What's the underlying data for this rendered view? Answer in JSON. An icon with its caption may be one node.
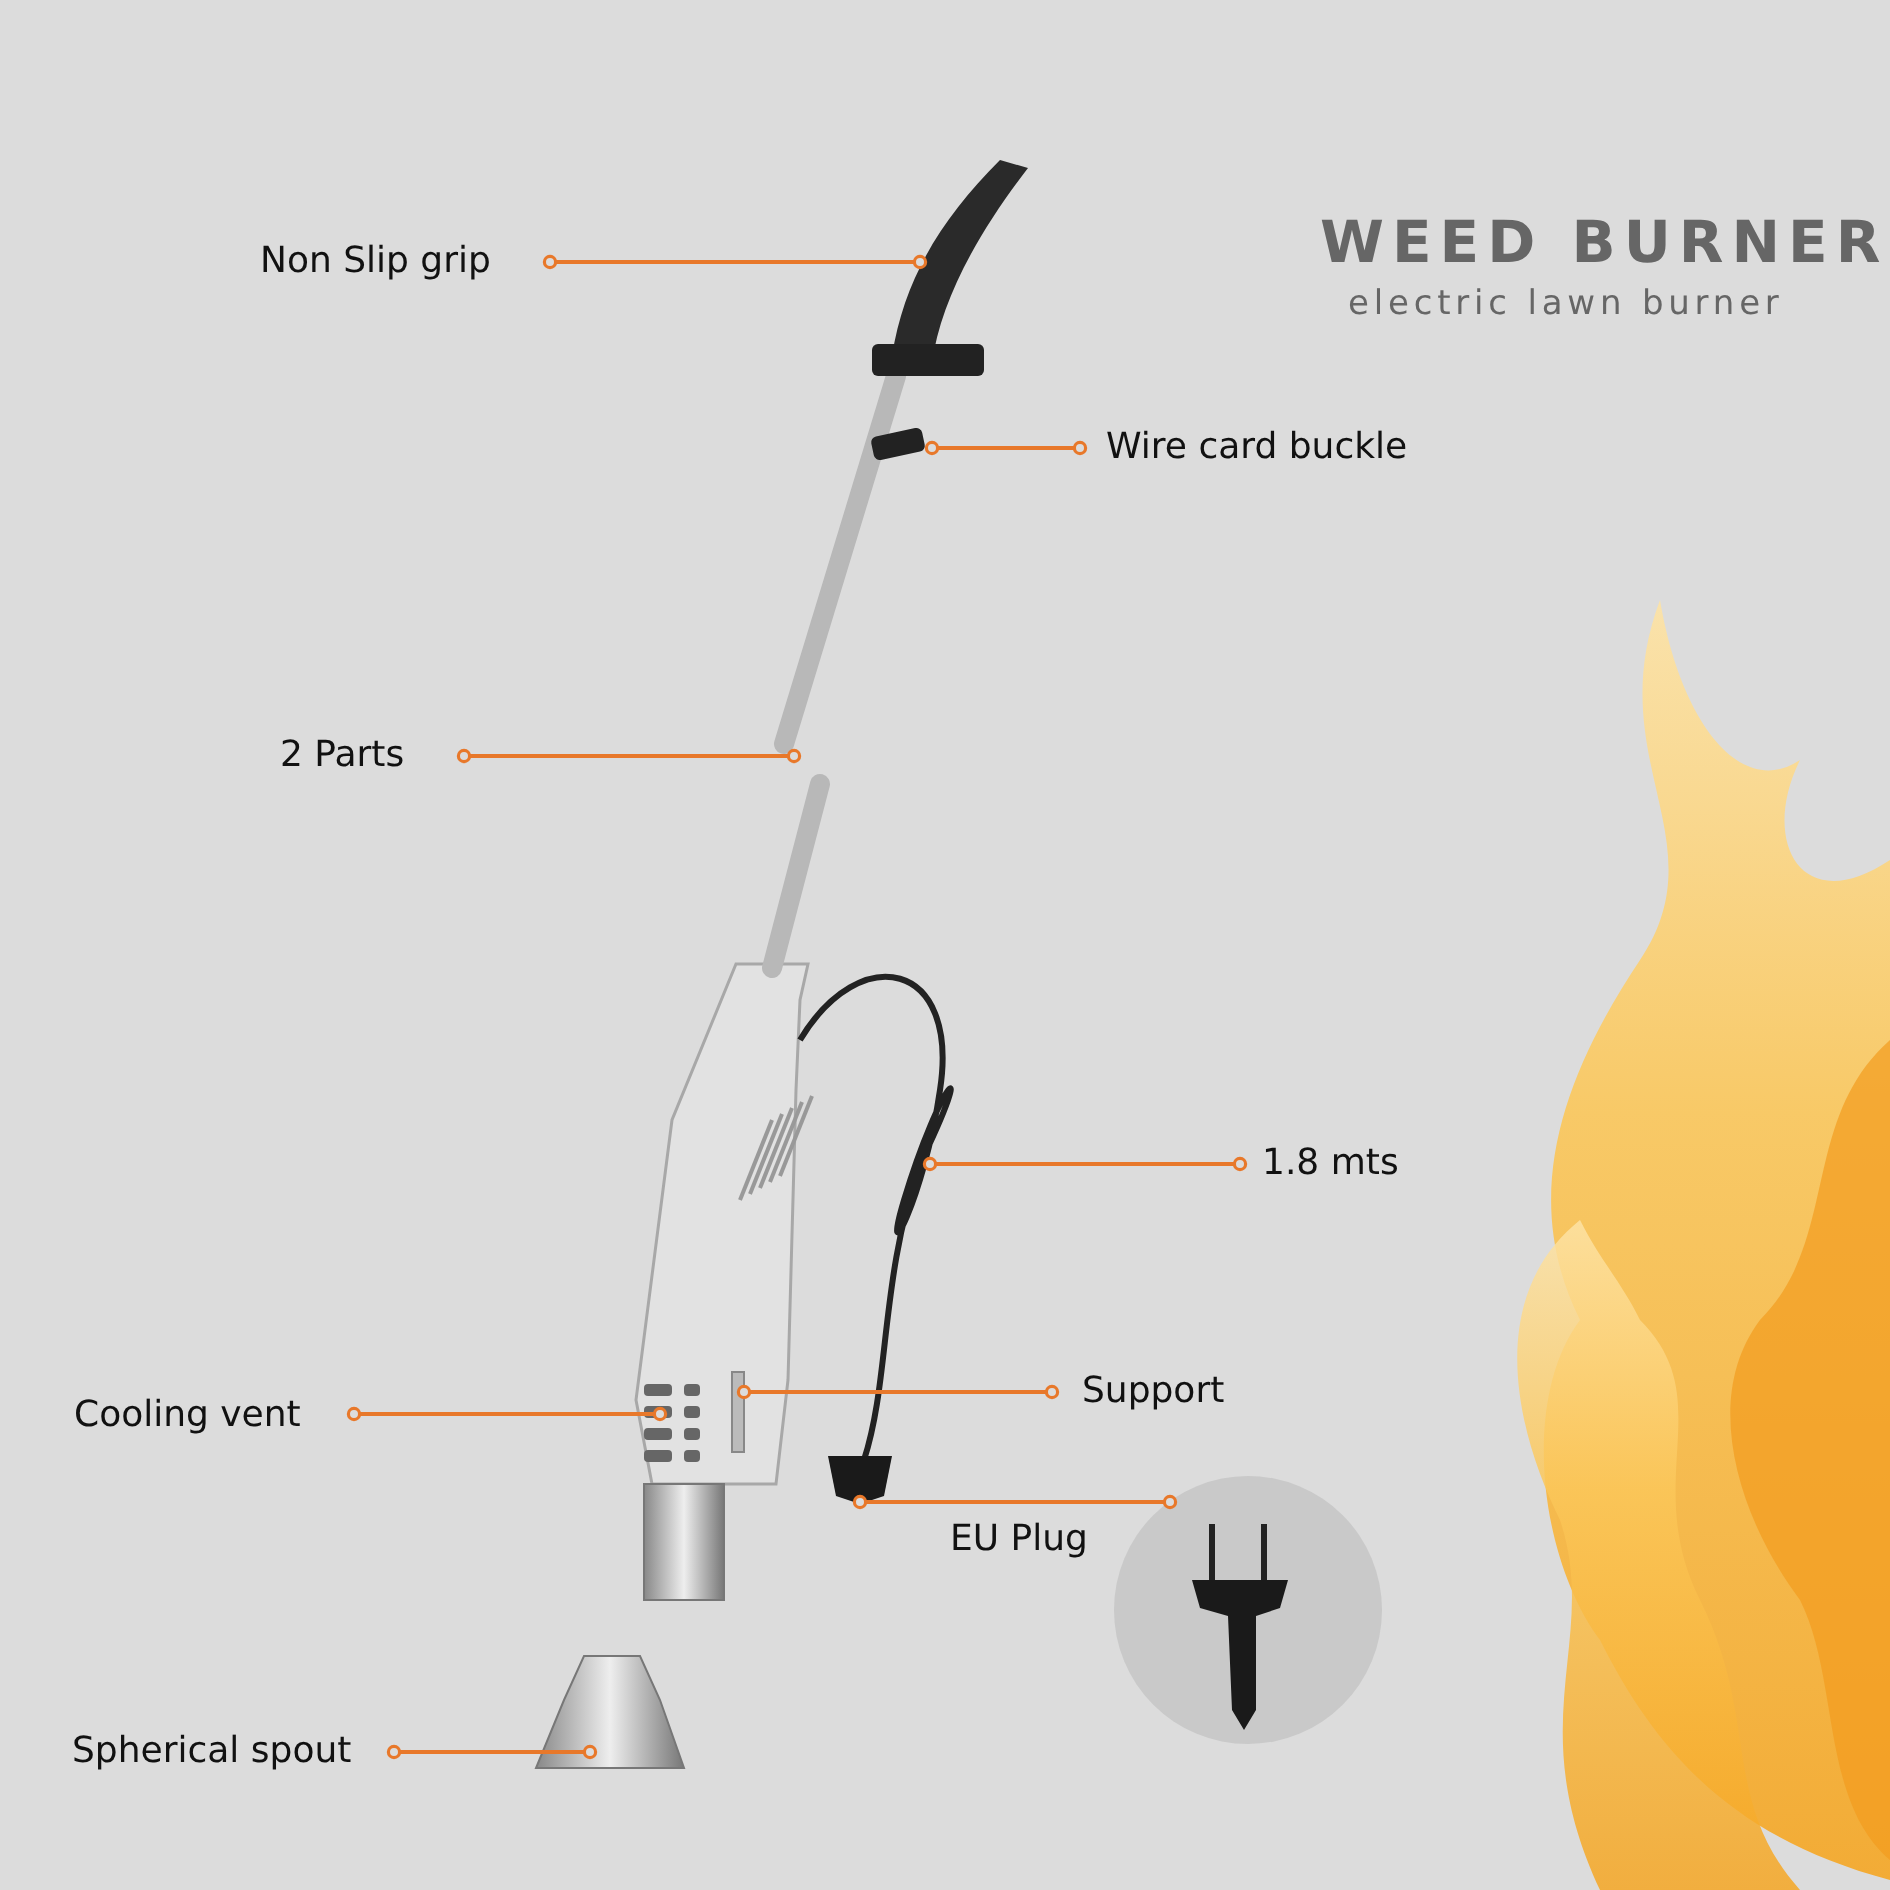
{
  "diagram": {
    "title": "WEED BURNER",
    "nodes": [
      {
        "text": [
          "Non Slip grip"
        ]
      },
      {
        "text": [
          "Wire card buckle"
        ]
      },
      {
        "text": [
          "2 Parts"
        ]
      },
      {
        "text": [
          "1.8 mts"
        ]
      },
      {
        "text": [
          "Cooling vent"
        ]
      },
      {
        "text": [
          "Support"
        ]
      },
      {
        "text": [
          "EU Plug"
        ]
      },
      {
        "text": [
          "Spherical spout"
        ]
      },
      {
        "text": [],
        "shape": "picture"
      },
      {
        "text": [],
        "shape": "box"
      },
      {
        "text": [],
        "shape": "picture"
      },
      {
        "text": [],
        "shape": "picture"
      },
      {
        "text": [],
        "shape": "picture"
      },
      {
        "text": [],
        "shape": "picture"
      },
      {
        "text": [],
        "shape": "picture"
      },
      {
        "text": [],
        "shape": "picture"
      }
    ],
    "edges": [
      {
        "from": 0,
        "to": 8,
        "arrow": "other"
      },
      {
        "from": 1,
        "to": 9,
        "arrow": "other"
      },
      {
        "from": 2,
        "to": 10,
        "arrow": "other"
      },
      {
        "from": 3,
        "to": 11,
        "arrow": "other"
      },
      {
        "from": 4,
        "to": 12,
        "arrow": "other"
      },
      {
        "from": 5,
        "to": 13,
        "arrow": "other"
      },
      {
        "from": 6,
        "to": 14,
        "arrow": "other"
      },
      {
        "from": 7,
        "to": 15,
        "arrow": "other"
      }
    ],
    "labels": [
      "electric lawn burner"
    ]
  }
}
